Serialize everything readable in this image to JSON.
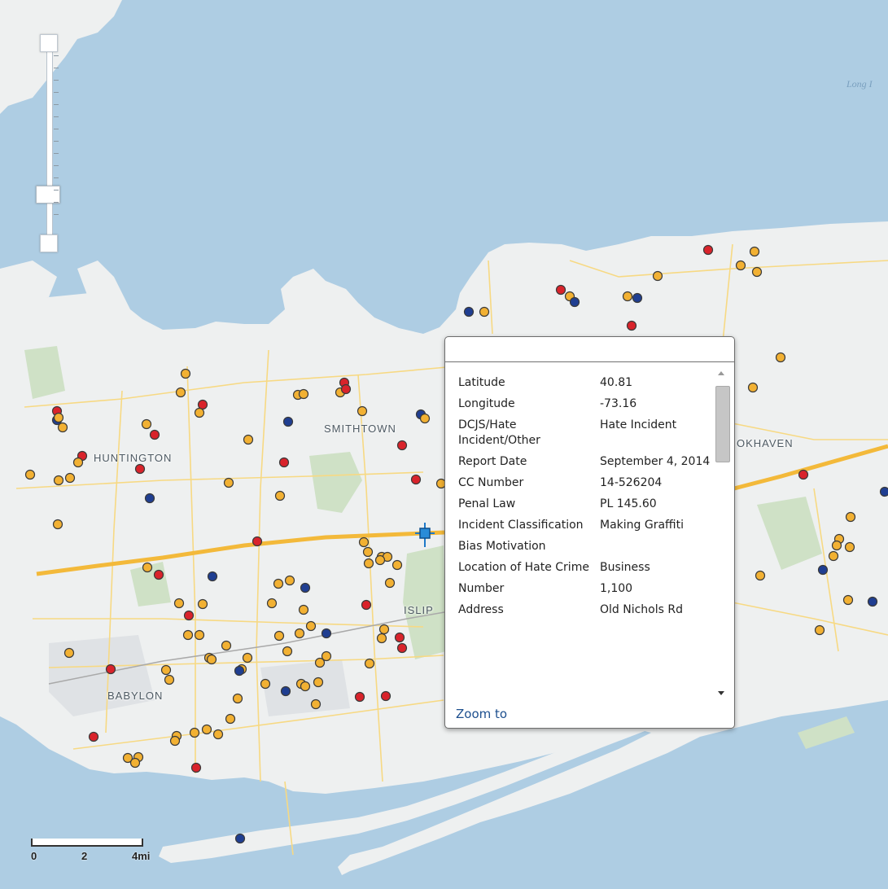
{
  "map": {
    "place_labels": [
      "SMITHTOWN",
      "HUNTINGTON",
      "BABYLON",
      "ISLIP",
      "OKHAVEN"
    ],
    "water_labels": [
      "Long I"
    ],
    "marker_colors": {
      "orange": "#f2b133",
      "red": "#d9232b",
      "blue": "#1f3e91"
    },
    "colors": {
      "water": "#aecde3",
      "land": "#eef0f0",
      "park": "#cfe1c6",
      "highway": "#f3b93a",
      "road": "#f7d983"
    },
    "zoom_slider": {
      "level_fraction": 0.85
    },
    "scalebar": {
      "labels": [
        "0",
        "2",
        "4mi"
      ]
    }
  },
  "popup": {
    "attributes": [
      {
        "key": "Latitude",
        "value": "40.81"
      },
      {
        "key": "Longitude",
        "value": "-73.16"
      },
      {
        "key": "DCJS/Hate Incident/Other",
        "value": "Hate Incident"
      },
      {
        "key": "Report Date",
        "value": "September 4, 2014"
      },
      {
        "key": "CC Number",
        "value": "14-526204"
      },
      {
        "key": "Penal Law",
        "value": "PL 145.60"
      },
      {
        "key": "Incident Classification",
        "value": "Making Graffiti"
      },
      {
        "key": "Bias Motivation",
        "value": ""
      },
      {
        "key": "Location of Hate Crime",
        "value": "Business"
      },
      {
        "key": "Number",
        "value": "1,100"
      },
      {
        "key": "Address",
        "value": "Old Nichols Rd"
      }
    ],
    "zoom_to_label": "Zoom to"
  }
}
